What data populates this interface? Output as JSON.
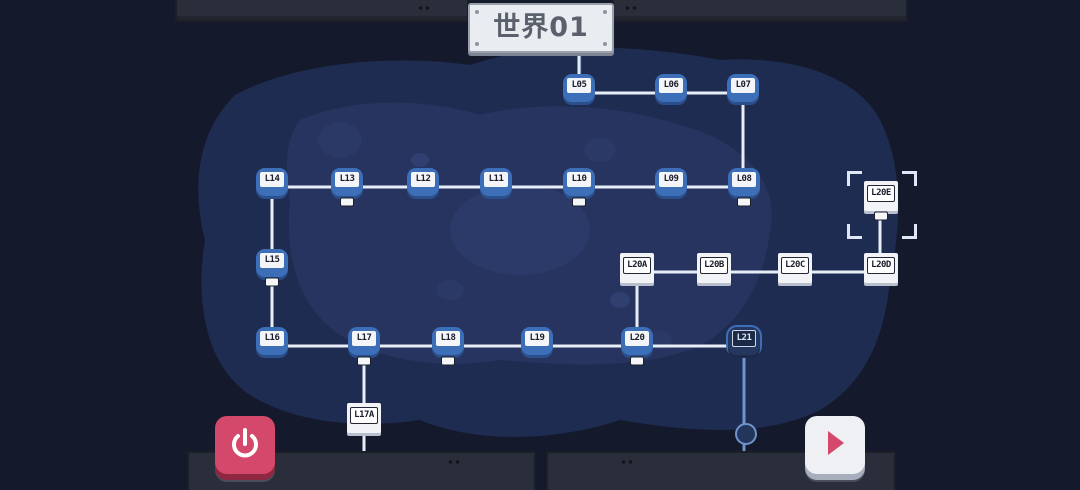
{
  "world": {
    "title": "世界01"
  },
  "levels": [
    {
      "id": "L05",
      "label": "L05",
      "state": "open",
      "has_badge": false
    },
    {
      "id": "L06",
      "label": "L06",
      "state": "open",
      "has_badge": false
    },
    {
      "id": "L07",
      "label": "L07",
      "state": "open",
      "has_badge": false
    },
    {
      "id": "L08",
      "label": "L08",
      "state": "open",
      "has_badge": true
    },
    {
      "id": "L09",
      "label": "L09",
      "state": "open",
      "has_badge": false
    },
    {
      "id": "L10",
      "label": "L10",
      "state": "open",
      "has_badge": true
    },
    {
      "id": "L11",
      "label": "L11",
      "state": "open",
      "has_badge": false
    },
    {
      "id": "L12",
      "label": "L12",
      "state": "open",
      "has_badge": false
    },
    {
      "id": "L13",
      "label": "L13",
      "state": "open",
      "has_badge": true
    },
    {
      "id": "L14",
      "label": "L14",
      "state": "open",
      "has_badge": false
    },
    {
      "id": "L15",
      "label": "L15",
      "state": "open",
      "has_badge": true
    },
    {
      "id": "L16",
      "label": "L16",
      "state": "open",
      "has_badge": false
    },
    {
      "id": "L17",
      "label": "L17",
      "state": "open",
      "has_badge": true
    },
    {
      "id": "L17A",
      "label": "L17A",
      "state": "locked",
      "has_badge": false
    },
    {
      "id": "L18",
      "label": "L18",
      "state": "open",
      "has_badge": true
    },
    {
      "id": "L19",
      "label": "L19",
      "state": "open",
      "has_badge": false
    },
    {
      "id": "L20",
      "label": "L20",
      "state": "open",
      "has_badge": true
    },
    {
      "id": "L20A",
      "label": "L20A",
      "state": "locked",
      "has_badge": false
    },
    {
      "id": "L20B",
      "label": "L20B",
      "state": "locked",
      "has_badge": false
    },
    {
      "id": "L20C",
      "label": "L20C",
      "state": "locked",
      "has_badge": false
    },
    {
      "id": "L20D",
      "label": "L20D",
      "state": "locked",
      "has_badge": false
    },
    {
      "id": "L20E",
      "label": "L20E",
      "state": "selected",
      "has_badge": true
    },
    {
      "id": "L21",
      "label": "L21",
      "state": "current",
      "has_badge": false
    }
  ],
  "buttons": {
    "power": {
      "icon": "power-icon"
    },
    "play": {
      "icon": "play-icon"
    }
  },
  "colors": {
    "path": "#e8eef8",
    "node_open": "#3d6fb8",
    "power_button": "#d4496b",
    "play_arrow": "#d4496b"
  }
}
